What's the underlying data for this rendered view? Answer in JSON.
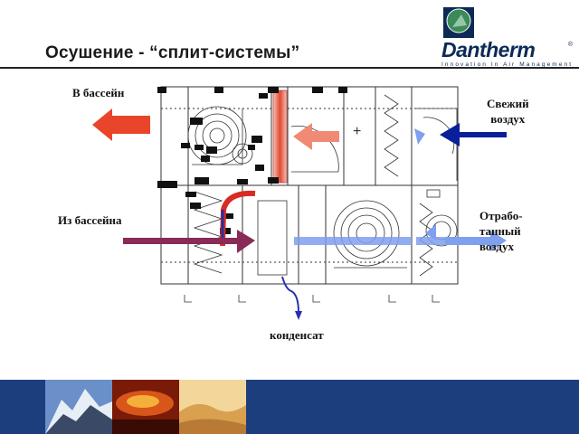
{
  "title": "Осушение - “сплит-системы”",
  "logo": {
    "word": "Dantherm",
    "tm": "®",
    "tagline": "Innovation In Air Management"
  },
  "labels": {
    "to_pool": "В бассейн",
    "from_pool": "Из бассейна",
    "fresh_air": [
      "Свежий",
      "воздух"
    ],
    "exhaust_air": [
      "Отрабо-",
      "танный",
      "воздух"
    ],
    "condensate": "конденсат"
  },
  "colors": {
    "supply_arrow": "#e8452a",
    "fresh_arrow": "#0a1f9a",
    "return_arrow": "#8a2a56",
    "exhaust_flow": "#7fa0ee",
    "heat_coil": "#e04a30",
    "footer": "#1d3e7d"
  },
  "icons": [
    "dantherm-logo-icon",
    "fan-icon",
    "filter-icon",
    "heater-coil-icon",
    "damper-icon"
  ]
}
